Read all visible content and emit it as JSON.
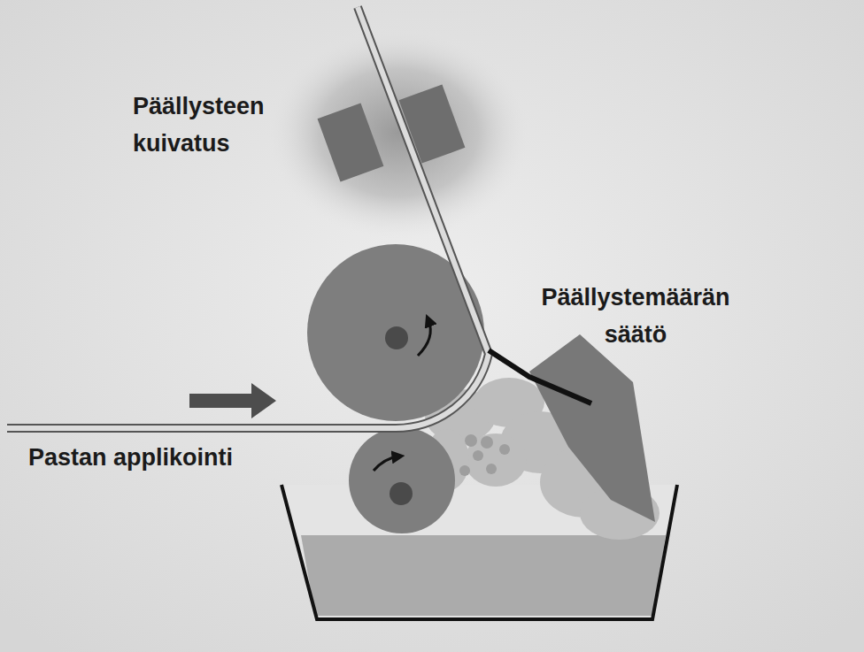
{
  "diagram": {
    "labels": [
      "Päällysteen kuivatus",
      "Päällystemäärän säätö",
      "Pastan applikointi"
    ]
  }
}
